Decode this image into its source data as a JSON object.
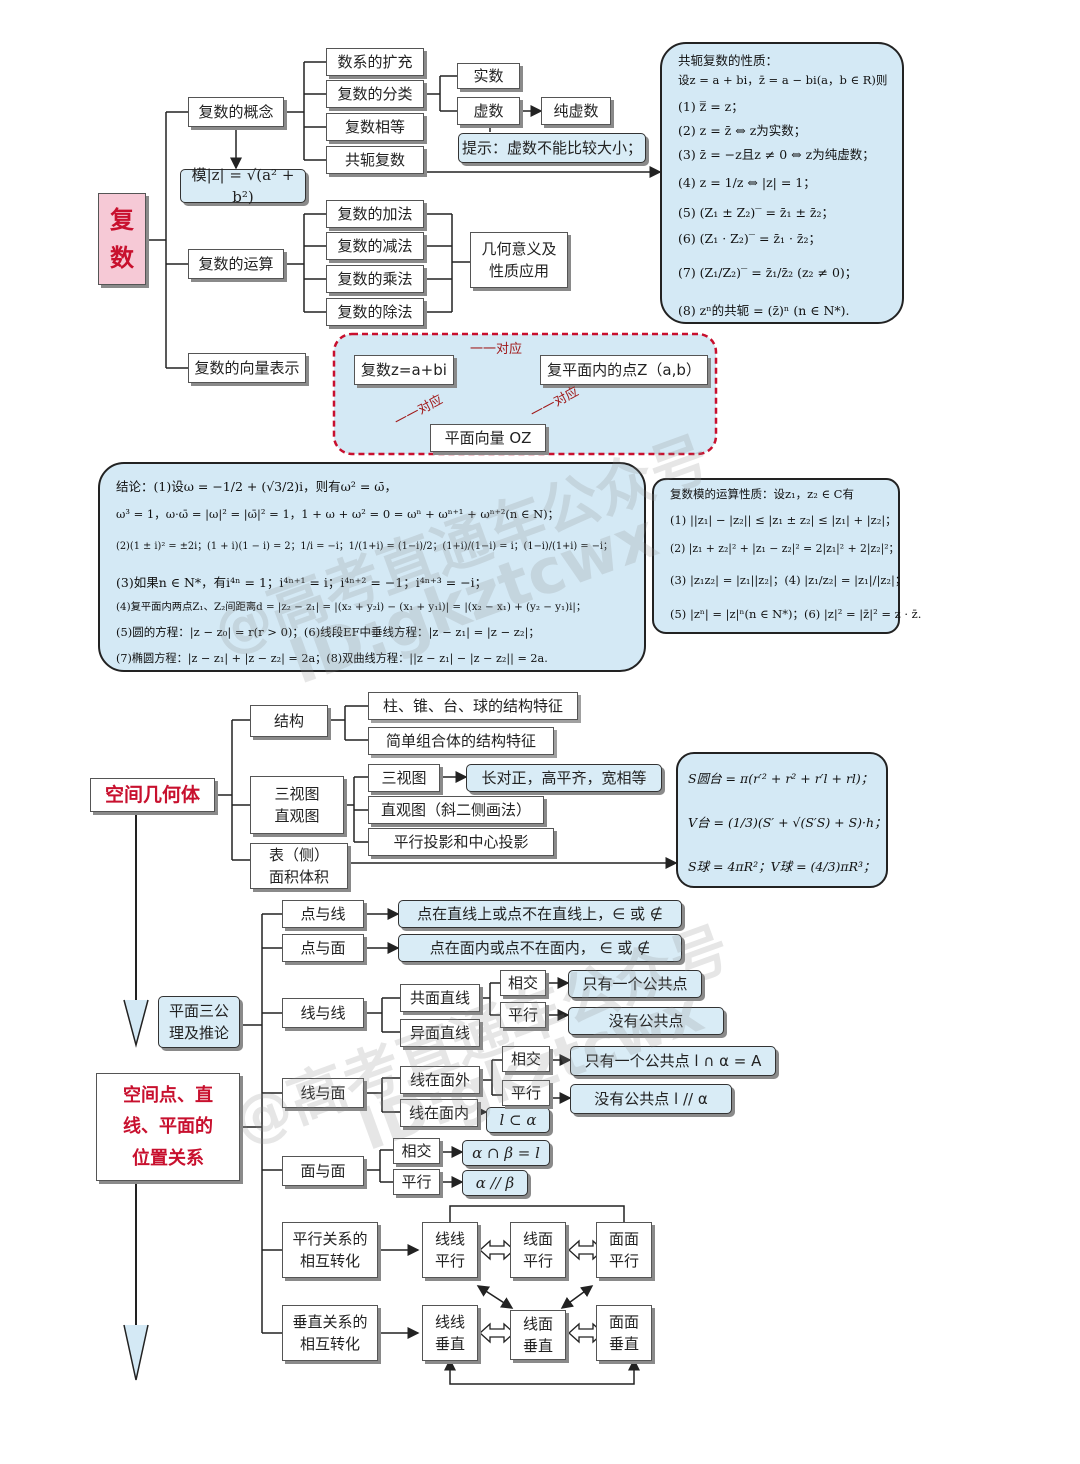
{
  "complex": {
    "root": "复\n数",
    "concept": "复数的概念",
    "ops": "复数的运算",
    "vector": "复数的向量表示",
    "expand": "数系的扩充",
    "classify": "复数的分类",
    "equal": "复数相等",
    "conj": "共轭复数",
    "real": "实数",
    "imag": "虚数",
    "pure": "纯虚数",
    "hint": "提示：虚数不能比较大小；",
    "modulus": "模|z| = √(a² + b²)",
    "add": "复数的加法",
    "sub": "复数的减法",
    "mul": "复数的乘法",
    "div": "复数的除法",
    "geo": "几何意义及\n性质应用",
    "z_form": "复数z=a+bi",
    "point": "复平面内的点Z（a,b）",
    "vec": "平面向量  OZ",
    "corr1": "一一对应",
    "corr2": "一一对应",
    "corr3": "一一对应"
  },
  "conj_panel": {
    "lines": [
      "共轭复数的性质：",
      "设z = a + bi，z̄ = a − bi(a，b ∈ R)则",
      "(1) z̿ = z；",
      "(2) z = z̄ ⇔ z为实数；",
      "(3) z̄ = −z且z ≠ 0 ⇔ z为纯虚数；",
      "(4) z = 1/z ⇔ |z| = 1；",
      "(5) (Z₁ ± Z₂)‾ = z̄₁ ± z̄₂；",
      "(6) (Z₁ · Z₂)‾ = z̄₁ · z̄₂；",
      "(7) (Z₁/Z₂)‾ = z̄₁/z̄₂ (z₂ ≠ 0)；",
      "(8) zⁿ的共轭 = (z̄)ⁿ (n ∈ N*)."
    ]
  },
  "conclusion_panel": {
    "lines": [
      "结论：(1)设ω = −1/2 + (√3/2)i，则有ω² = ω̄，",
      "ω³ = 1，ω·ω̄ = |ω|² = |ω̄|² = 1，1 + ω + ω² = 0 = ωⁿ + ωⁿ⁺¹ + ωⁿ⁺²(n ∈ N)；",
      "(2)(1 ± i)² = ±2i；(1 + i)(1 − i) = 2；1/i = −i；1/(1+i) = (1−i)/2；(1+i)/(1−i) = i；(1−i)/(1+i) = −i；",
      "(3)如果n ∈ N*，有i⁴ⁿ = 1；i⁴ⁿ⁺¹ = i；i⁴ⁿ⁺² = −1；i⁴ⁿ⁺³ = −i；",
      "(4)复平面内两点Z₁、Z₂间距离d = |z₂ − z₁| = |(x₂ + y₂i) − (x₁ + y₁i)| = |(x₂ − x₁) + (y₂ − y₁)i|；",
      "(5)圆的方程：|z − z₀| = r(r > 0)；(6)线段EF中垂线方程：|z − z₁| = |z − z₂|；",
      "(7)椭圆方程：|z − z₁| + |z − z₂| = 2a；(8)双曲线方程：||z − z₁| − |z − z₂|| = 2a."
    ]
  },
  "modulus_panel": {
    "lines": [
      "复数模的运算性质：设z₁，z₂ ∈ C有",
      "(1) ||z₁| − |z₂|| ≤ |z₁ ± z₂| ≤ |z₁| + |z₂|；",
      "(2) |z₁ + z₂|² + |z₁ − z₂|² = 2|z₁|² + 2|z₂|²；",
      "(3) |z₁z₂| = |z₁||z₂|；(4) |z₁/z₂| = |z₁|/|z₂|；",
      "(5) |zⁿ| = |z|ⁿ(n ∈ N*)；(6) |z|² = |z̄|² = z · z̄."
    ]
  },
  "solid": {
    "root": "空间几何体",
    "struct": "结构",
    "views": "三视图\n直观图",
    "surface": "表（侧）\n面积体积",
    "feature1": "柱、锥、台、球的结构特征",
    "feature2": "简单组合体的结构特征",
    "three_view": "三视图",
    "tv_rule": "长对正，高平齐，宽相等",
    "oblique": "直观图（斜二侧画法）",
    "projection": "平行投影和中心投影",
    "formulas": [
      "S圆台 = π(r′² + r² + r′l + rl)；",
      "V台 = (1/3)(S′ + √(S′S) + S)·h；",
      "S球 = 4πR²；V球 = (4/3)πR³；"
    ]
  },
  "position": {
    "root": "空间点、直\n线、平面的\n位置关系",
    "axioms": "平面三公\n理及推论",
    "pt_line": "点与线",
    "pt_plane": "点与面",
    "pt_line_desc": "点在直线上或点不在直线上，∈ 或 ∉",
    "pt_plane_desc": "点在面内或点不在面内，  ∈ 或 ∉",
    "line_line": "线与线",
    "coplanar": "共面直线",
    "skew": "异面直线",
    "intersect1": "相交",
    "parallel1": "平行",
    "one_common": "只有一个公共点",
    "no_common": "没有公共点",
    "line_plane": "线与面",
    "outside": "线在面外",
    "inside": "线在面内",
    "in_symbol": "l ⊂ α",
    "intersect2": "相交",
    "parallel2": "平行",
    "one_common2": "只有一个公共点  l ∩ α = A",
    "no_common2": "没有公共点    l // α",
    "plane_plane": "面与面",
    "intersect3": "相交",
    "parallel3": "平行",
    "pp_int": "α ∩ β = l",
    "pp_par": "α // β",
    "par_trans": "平行关系的\n相互转化",
    "perp_trans": "垂直关系的\n相互转化",
    "ll_par": "线线\n平行",
    "lp_par": "线面\n平行",
    "pp_par2": "面面\n平行",
    "ll_perp": "线线\n垂直",
    "lp_perp": "线面\n垂直",
    "pp_perp": "面面\n垂直"
  },
  "watermarks": [
    "@高考直通车公众号",
    "ID:gkztcwx",
    "@高考直通车公众号",
    "ID:gkztcwx"
  ]
}
